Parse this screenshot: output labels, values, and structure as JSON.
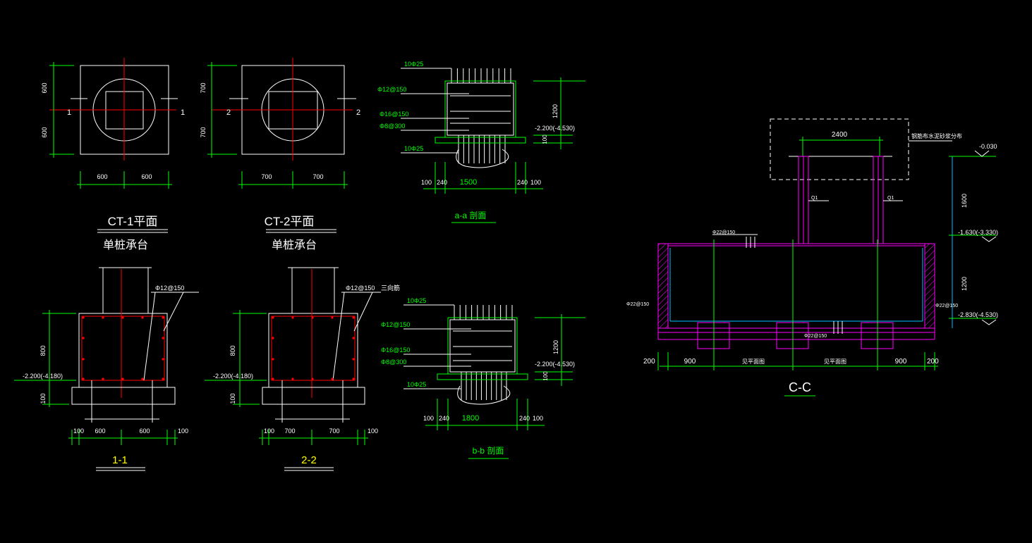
{
  "colors": {
    "background": "#000000",
    "outline": "#ffffff",
    "dimension": "#00ff00",
    "axis": "#ff0000",
    "wall": "#ff00ff",
    "cyan": "#00c0ff",
    "yellow": "#ffff00"
  },
  "ct1": {
    "title": "CT-1平面",
    "subtitle": "单桩承台",
    "dims": {
      "v1": "600",
      "v2": "600",
      "h1": "600",
      "h2": "600"
    },
    "axis": "1"
  },
  "ct2": {
    "title": "CT-2平面",
    "subtitle": "单桩承台",
    "dims": {
      "v1": "700",
      "v2": "700",
      "h1": "700",
      "h2": "700"
    },
    "axis": "2"
  },
  "s11": {
    "label": "1-1",
    "rebar": "Φ12@150",
    "height": "800",
    "thick": "100",
    "elev": "-2.200(-4.180)",
    "bottom": [
      "100",
      "600",
      "600",
      "100"
    ]
  },
  "s22": {
    "label": "2-2",
    "rebar": "Φ12@150",
    "extra": "三向筋",
    "height": "800",
    "thick": "100",
    "elev": "-2.200(-4.180)",
    "bottom": [
      "100",
      "700",
      "700",
      "100"
    ]
  },
  "aa": {
    "label": "a-a 剖面",
    "top_bar": "10Φ25",
    "r1": "Φ12@150",
    "r2": "Φ16@150",
    "r3": "Φ8@300",
    "bot_bar": "10Φ25",
    "h": "1200",
    "elev": "-2.200(-4.530)",
    "thick": "100",
    "dims": [
      "100",
      "240",
      "1500",
      "240",
      "100"
    ]
  },
  "bb": {
    "label": "b-b 剖面",
    "top_bar": "10Φ25",
    "r1": "Φ12@150",
    "r2": "Φ16@150",
    "r3": "Φ8@300",
    "bot_bar": "10Φ25",
    "h": "1200",
    "elev": "-2.200(-4.530)",
    "thick": "100",
    "dims": [
      "100",
      "240",
      "1800",
      "240",
      "100"
    ]
  },
  "cc": {
    "label": "C-C",
    "top_dim": "2400",
    "note": "钢筋布水泥砂浆分布",
    "elev_top": "-0.030",
    "h1": "1600",
    "elev_mid": "-1.630(-3.330)",
    "h2": "1200",
    "elev_bot": "-2.830(-4.530)",
    "rebar_top": "Φ22@150",
    "rebar_left": "Φ22@150",
    "rebar_right": "Φ22@150",
    "rebar_bot": "Φ22@150",
    "wall_tag_l": "Q1",
    "wall_tag_r": "Q1",
    "dims": [
      "200",
      "900",
      "见平面图",
      "见平面图",
      "900",
      "200"
    ]
  }
}
